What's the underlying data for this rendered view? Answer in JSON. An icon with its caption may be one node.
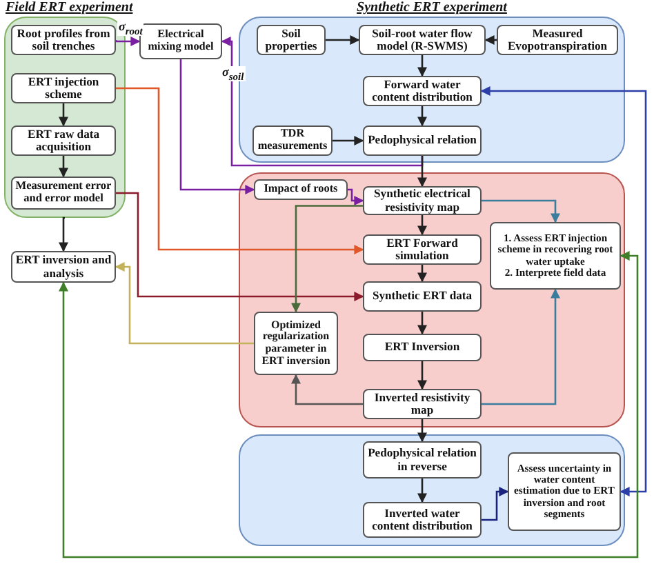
{
  "diagram": {
    "nodes": [
      {
        "text": [
          "Field ERT experiment"
        ]
      },
      {
        "text": [
          "Root profiles from soil trenches"
        ],
        "in": 0
      },
      {
        "text": [
          "ERT injection scheme"
        ],
        "in": 0
      },
      {
        "text": [
          "ERT raw data acquisition"
        ],
        "in": 0
      },
      {
        "text": [
          "Measurement error and error model"
        ],
        "in": 0
      },
      {
        "text": [
          "ERT inversion and analysis"
        ]
      },
      {
        "text": [
          "Electrical mixing model"
        ]
      },
      {
        "text": [
          "Synthetic ERT experiment"
        ]
      },
      {
        "text": [
          "Soil properties"
        ],
        "in": 7
      },
      {
        "text": [
          "Soil-root water flow model (R-SWMS)"
        ],
        "in": 7
      },
      {
        "text": [
          "Measured Evopotranspiration"
        ],
        "in": 7
      },
      {
        "text": [
          "Forward water content distribution"
        ],
        "in": 7
      },
      {
        "text": [
          "TDR measurements"
        ],
        "in": 7
      },
      {
        "text": [
          "Pedophysical relation"
        ],
        "in": 7
      },
      {
        "text": [],
        "shape": "box"
      },
      {
        "text": [
          "Impact of roots"
        ],
        "in": 14
      },
      {
        "text": [
          "Synthetic electrical resistivity map"
        ],
        "in": 14
      },
      {
        "text": [
          "ERT Forward simulation"
        ],
        "in": 14
      },
      {
        "text": [
          "1. Assess ERT injection scheme in recovering root water uptake",
          "2. Interprete field data"
        ],
        "in": 14
      },
      {
        "text": [
          "Synthetic ERT data"
        ],
        "in": 14
      },
      {
        "text": [
          "Optimized regularization parameter in ERT inversion"
        ],
        "in": 14
      },
      {
        "text": [
          "ERT Inversion"
        ],
        "in": 14
      },
      {
        "text": [
          "Inverted resistivity map"
        ],
        "in": 14
      },
      {
        "text": [],
        "shape": "box"
      },
      {
        "text": [
          "Pedophysical relation in reverse"
        ],
        "in": 23
      },
      {
        "text": [
          "Inverted water content distribution"
        ],
        "in": 23
      },
      {
        "text": [
          "Assess uncertainty in water content estimation due to ERT inversion and root segments"
        ],
        "in": 23
      }
    ],
    "edges": [
      {
        "from": 1,
        "to": 6,
        "arrow": "to",
        "label": "σ$_{root}$",
        "color": "#7b1fa2"
      },
      {
        "from": 2,
        "to": 3,
        "arrow": "to"
      },
      {
        "from": 3,
        "to": 4,
        "arrow": "to"
      },
      {
        "from": 0,
        "to": 5,
        "arrow": "to"
      },
      {
        "from": 13,
        "to": 6,
        "arrow": "to",
        "label": "σ$_{soil}$",
        "color": "#7b1fa2"
      },
      {
        "from": 6,
        "to": 15,
        "arrow": "to",
        "color": "#7b1fa2"
      },
      {
        "from": 15,
        "to": 16,
        "arrow": "to",
        "color": "#7b1fa2"
      },
      {
        "from": 8,
        "to": 9,
        "arrow": "to"
      },
      {
        "from": 10,
        "to": 9,
        "arrow": "to"
      },
      {
        "from": 9,
        "to": 11,
        "arrow": "to"
      },
      {
        "from": 11,
        "to": 13,
        "arrow": "to"
      },
      {
        "from": 12,
        "to": 13,
        "arrow": "to"
      },
      {
        "from": 13,
        "to": 16,
        "arrow": "to"
      },
      {
        "from": 16,
        "to": 17,
        "arrow": "to"
      },
      {
        "from": 17,
        "to": 19,
        "arrow": "to"
      },
      {
        "from": 19,
        "to": 21,
        "arrow": "to"
      },
      {
        "from": 21,
        "to": 22,
        "arrow": "to"
      },
      {
        "from": 2,
        "to": 17,
        "arrow": "to",
        "color": "#e0582a"
      },
      {
        "from": 4,
        "to": 19,
        "arrow": "to",
        "color": "#8b1a2a"
      },
      {
        "from": 16,
        "to": 20,
        "arrow": "to",
        "color": "#4a6b3a"
      },
      {
        "from": 22,
        "to": 20,
        "arrow": "to",
        "color": "#555555"
      },
      {
        "from": 20,
        "to": 5,
        "arrow": "to",
        "color": "#c2b25a"
      },
      {
        "from": 16,
        "to": 18,
        "arrow": "to",
        "color": "#3a7d9c"
      },
      {
        "from": 22,
        "to": 18,
        "arrow": "to",
        "color": "#3a7d9c"
      },
      {
        "from": 22,
        "to": 24,
        "arrow": "to"
      },
      {
        "from": 24,
        "to": 25,
        "arrow": "to"
      },
      {
        "from": 25,
        "to": 26,
        "arrow": "to",
        "color": "#1a237e"
      },
      {
        "from": 26,
        "to": 11,
        "arrow": "both",
        "color": "#2c3ea8"
      },
      {
        "from": 5,
        "to": 18,
        "arrow": "both",
        "color": "#3f7f2a"
      }
    ]
  }
}
